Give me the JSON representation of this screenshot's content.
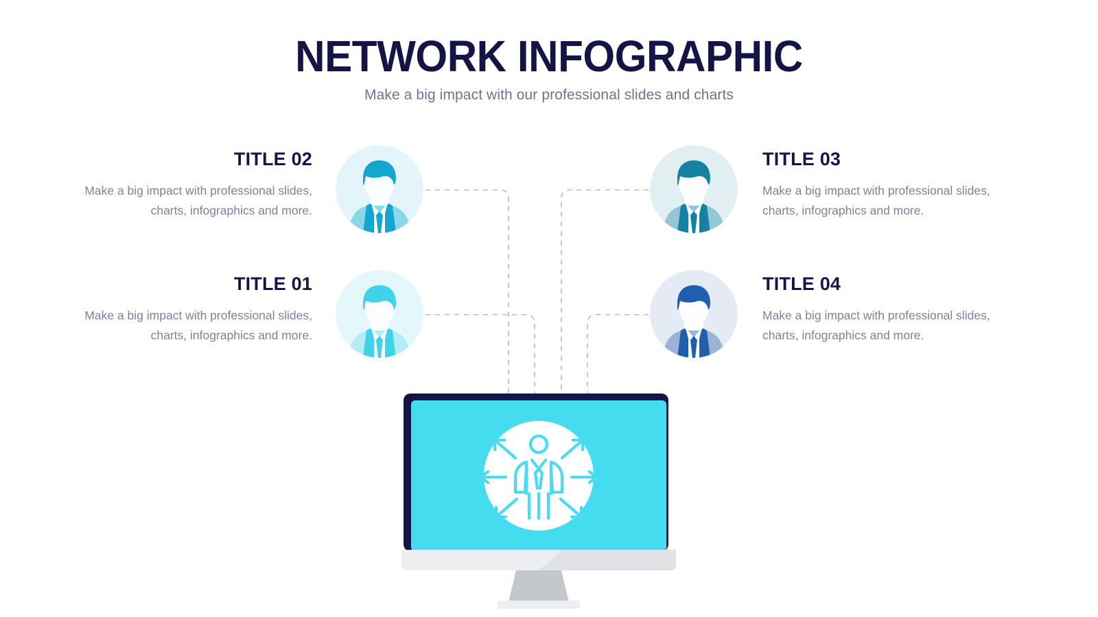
{
  "header": {
    "title": "NETWORK INFOGRAPHIC",
    "subtitle": "Make a big impact with our professional slides and charts"
  },
  "nodes": [
    {
      "id": "title-01",
      "title": "TITLE 01",
      "description": "Make a big impact with professional slides, charts, infographics and more.",
      "side": "left",
      "avatar_icon": "businessman-avatar-icon",
      "avatar_colors": {
        "circle": "#e4f8fb",
        "hair": "#3fd2e8",
        "face": "#fbfdfe",
        "suit": "#b4ecf5",
        "lapel": "#3fd2e8",
        "shirt": "#ffffff",
        "tie": "#3fd2e8"
      }
    },
    {
      "id": "title-02",
      "title": "TITLE 02",
      "description": "Make a big impact with professional slides, charts, infographics and more.",
      "side": "left",
      "avatar_icon": "businessman-avatar-icon",
      "avatar_colors": {
        "circle": "#e3f5fa",
        "hair": "#13a7cf",
        "face": "#fbfdfe",
        "suit": "#8ad7ea",
        "lapel": "#13a7cf",
        "shirt": "#ffffff",
        "tie": "#13a7cf"
      }
    },
    {
      "id": "title-03",
      "title": "TITLE 03",
      "description": "Make a big impact with professional slides, charts, infographics and more.",
      "side": "right",
      "avatar_icon": "businessman-avatar-icon",
      "avatar_colors": {
        "circle": "#e1eff3",
        "hair": "#1682a3",
        "face": "#fbfdfe",
        "suit": "#93c7d8",
        "lapel": "#1682a3",
        "shirt": "#ffffff",
        "tie": "#1682a3"
      }
    },
    {
      "id": "title-04",
      "title": "TITLE 04",
      "description": "Make a big impact with professional slides, charts, infographics and more.",
      "side": "right",
      "avatar_icon": "businessman-avatar-icon",
      "avatar_colors": {
        "circle": "#e5ebf5",
        "hair": "#1f5fad",
        "face": "#fbfdfe",
        "suit": "#9cb3d6",
        "lapel": "#1f5fad",
        "shirt": "#ffffff",
        "tie": "#1f5fad"
      }
    }
  ],
  "center": {
    "device_icon": "desktop-monitor-icon",
    "screen_icon": "network-person-arrows-icon",
    "bezel_color": "#141446",
    "screen_color": "#45dcf0",
    "chin_color": "#eceef0",
    "chin_shade_color": "#e0e2e5",
    "stand_color": "#c4c7cc",
    "base_color": "#eceef0",
    "icon_circle_color": "#ffffff",
    "icon_line_color": "#4dd9ef"
  },
  "connectors": {
    "color": "#b8b8b8",
    "dash": "7 7",
    "width": 1.6
  },
  "palette": {
    "title_navy": "#141446",
    "body_gray": "#7c8399",
    "subtitle_gray": "#6b7390",
    "accent_cyan": "#45dcf0",
    "background": "#ffffff"
  }
}
